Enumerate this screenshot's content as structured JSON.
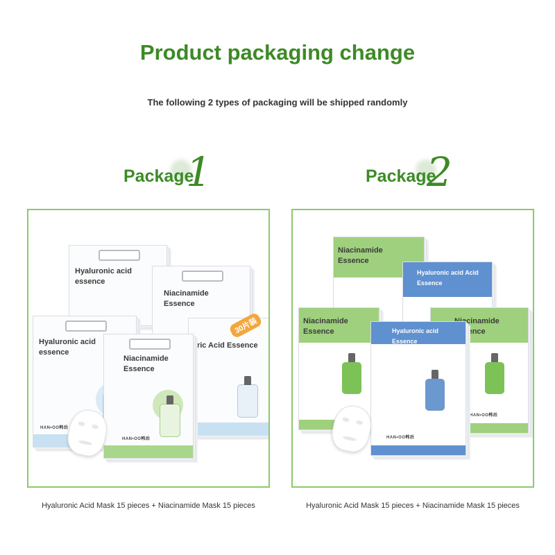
{
  "header": {
    "title": "Product packaging change",
    "subtitle": "The following 2 types of packaging will be shipped randomly"
  },
  "packages": [
    {
      "word": "Package",
      "number": "1",
      "caption": "Hyaluronic Acid Mask 15 pieces + Niacinamide Mask 15 pieces",
      "boxes": {
        "back_left": "Hyaluronic acid essence",
        "back_right": "Niacinamide Essence",
        "front_left": "Hyaluronic acid essence",
        "front_mid": "Niacinamide Essence",
        "front_right": "Uric Acid Essence",
        "brand": "HAN•OO韩后",
        "badge": "30片装"
      }
    },
    {
      "word": "Package",
      "number": "2",
      "caption": "Hyaluronic Acid Mask 15 pieces + Niacinamide Mask 15 pieces",
      "boxes": {
        "back_left": "Niacinamide Essence",
        "back_right": "Hyaluronic acid Acid Essence",
        "front_left": "Niacinamide Essence",
        "front_mid": "Hyaluronic acid Essence",
        "front_right": "Niacinamide Essence",
        "brand": "HAN•OO韩后"
      }
    }
  ],
  "colors": {
    "accent_green": "#3d8a26",
    "border_green": "#8bc96a",
    "box_green": "#9fd07d",
    "box_blue": "#5f90cf"
  }
}
